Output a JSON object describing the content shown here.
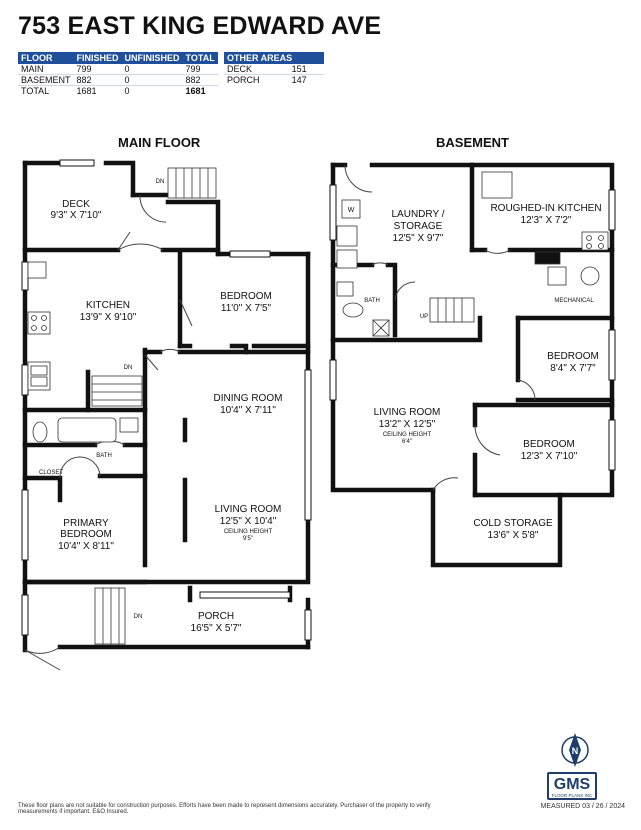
{
  "address": "753 EAST KING EDWARD AVE",
  "area_table": {
    "headers": [
      "FLOOR",
      "FINISHED",
      "UNFINISHED",
      "TOTAL"
    ],
    "rows": [
      {
        "floor": "MAIN",
        "finished": "799",
        "unfinished": "0",
        "total": "799"
      },
      {
        "floor": "BASEMENT",
        "finished": "882",
        "unfinished": "0",
        "total": "882"
      },
      {
        "floor": "TOTAL",
        "finished": "1681",
        "unfinished": "0",
        "total": "1681"
      }
    ]
  },
  "other_areas": {
    "header": "OTHER AREAS",
    "rows": [
      {
        "name": "DECK",
        "value": "151"
      },
      {
        "name": "PORCH",
        "value": "147"
      }
    ]
  },
  "main_floor": {
    "title": "MAIN FLOOR",
    "deck": {
      "name": "DECK",
      "dims": "9'3\" X 7'10\""
    },
    "kitchen": {
      "name": "KITCHEN",
      "dims": "13'9\" X 9'10\""
    },
    "bedroom": {
      "name": "BEDROOM",
      "dims": "11'0\" X 7'5\""
    },
    "dining": {
      "name": "DINING ROOM",
      "dims": "10'4\" X 7'11\""
    },
    "living": {
      "name": "LIVING ROOM",
      "dims": "12'5\" X 10'4\"",
      "ceiling_label": "CEILING HEIGHT",
      "ceiling_value": "9'5\""
    },
    "primary": {
      "name_line1": "PRIMARY",
      "name_line2": "BEDROOM",
      "dims": "10'4\" X 8'11\""
    },
    "porch": {
      "name": "PORCH",
      "dims": "16'5\" X 5'7\""
    },
    "bath": "BATH",
    "closet": "CLOSET",
    "dn": "DN"
  },
  "basement": {
    "title": "BASEMENT",
    "laundry": {
      "name_line1": "LAUNDRY /",
      "name_line2": "STORAGE",
      "dims": "12'5\" X 9'7\""
    },
    "roughed_kitchen": {
      "name": "ROUGHED-IN KITCHEN",
      "dims": "12'3\" X 7'2\""
    },
    "mechanical": "MECHANICAL",
    "bath": "BATH",
    "up": "UP",
    "bedroom1": {
      "name": "BEDROOM",
      "dims": "8'4\" X 7'7\""
    },
    "living": {
      "name": "LIVING ROOM",
      "dims": "13'2\" X 12'5\"",
      "ceiling_label": "CEILING HEIGHT",
      "ceiling_value": "6'4\""
    },
    "bedroom2": {
      "name": "BEDROOM",
      "dims": "12'3\" X 7'10\""
    },
    "cold_storage": {
      "name": "COLD STORAGE",
      "dims": "13'6\" X 5'8\""
    },
    "washer": "W"
  },
  "compass": "N",
  "logo": {
    "text": "GMS",
    "sub": "FLOOR PLANS INC"
  },
  "footer": "These floor plans are not suitable for construction purposes. Efforts have been made to represent dimensions accurately. Purchaser of the property to verify measurements if important. E&O Insured.",
  "measured": "MEASURED   03 / 26 / 2024",
  "colors": {
    "header_blue": "#1f4f9a",
    "wall": "#111111",
    "logo_navy": "#1e3d6b"
  }
}
